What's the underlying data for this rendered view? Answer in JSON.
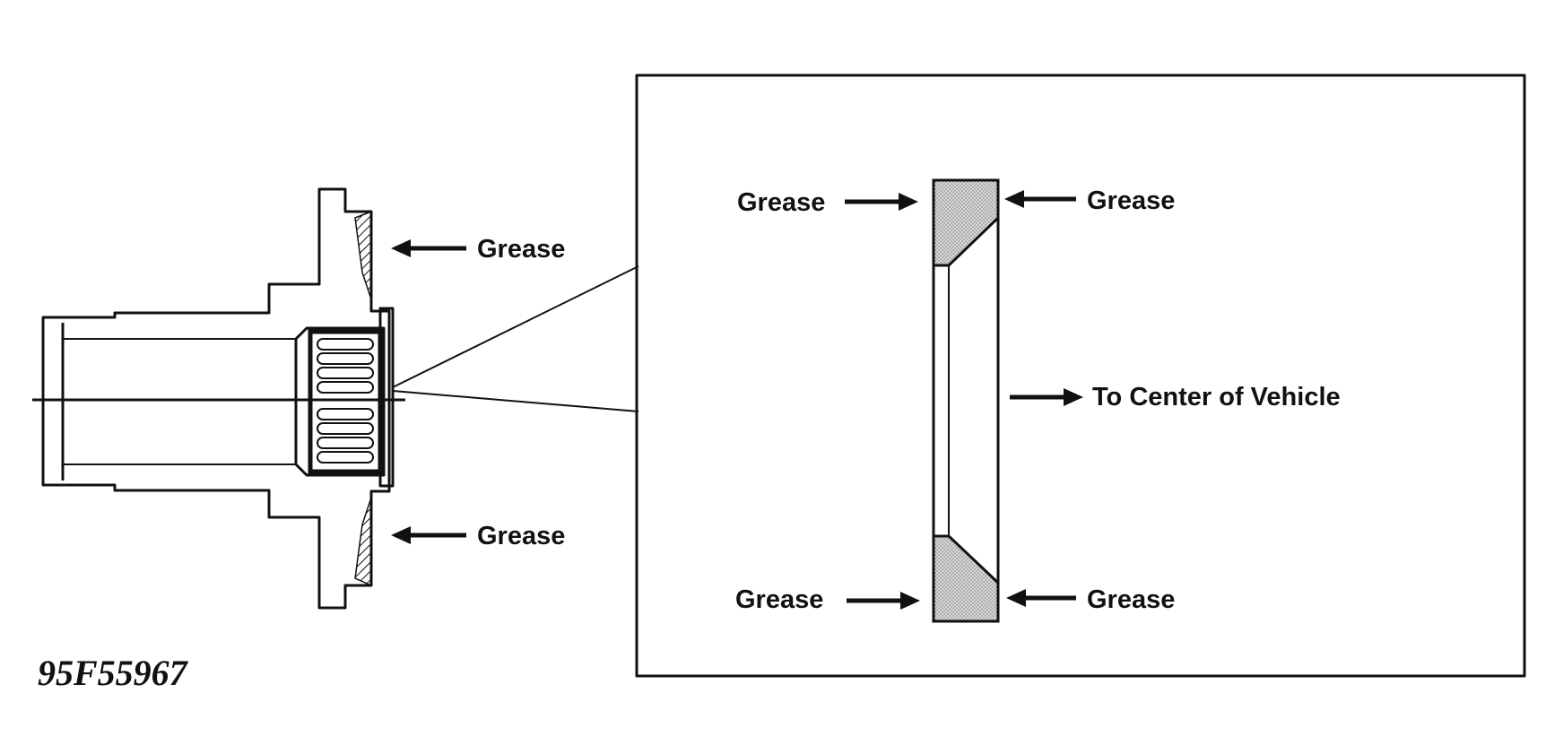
{
  "diagram": {
    "colors": {
      "ink": "#111111",
      "background": "#ffffff",
      "grease_fill": "#bfbfbf"
    },
    "hub_labels": {
      "grease_upper": "Grease",
      "grease_lower": "Grease"
    },
    "detail_labels": {
      "grease_top_left": "Grease",
      "grease_top_right": "Grease",
      "grease_bottom_left": "Grease",
      "grease_bottom_right": "Grease",
      "direction": "To Center of Vehicle"
    },
    "figure_id": "95F55967"
  }
}
